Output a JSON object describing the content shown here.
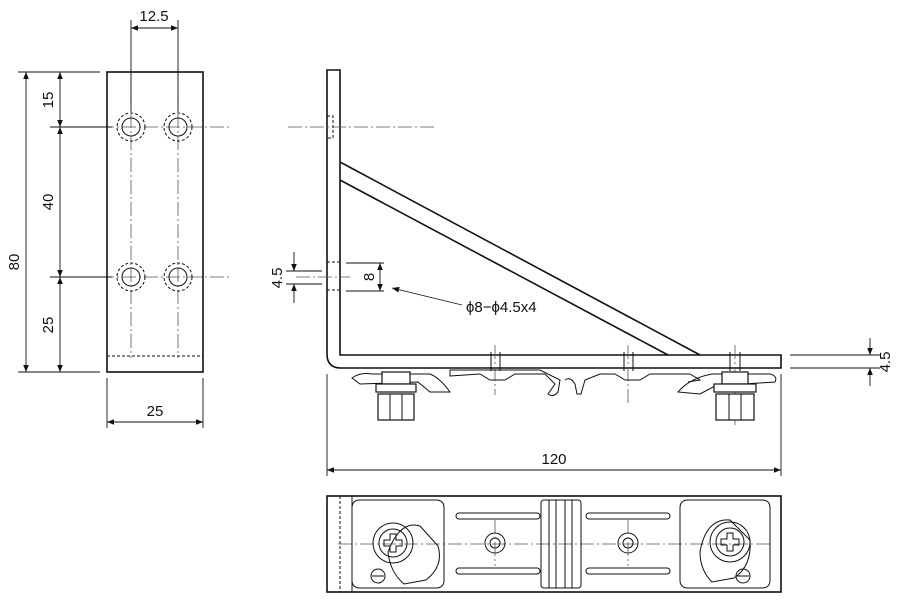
{
  "views": {
    "front": {
      "name": "front-view"
    },
    "side": {
      "name": "side-view"
    },
    "bottom": {
      "name": "bottom-view"
    }
  },
  "dimensions": {
    "hole_pitch_x": "12.5",
    "top_offset": "15",
    "hole_pitch_y": "40",
    "bottom_offset": "25",
    "total_height": "80",
    "width": "25",
    "slot_height": "4.5",
    "counterbore": "8",
    "hole_spec": "ϕ8−ϕ4.5x4",
    "length": "120",
    "thickness": "4.5"
  }
}
